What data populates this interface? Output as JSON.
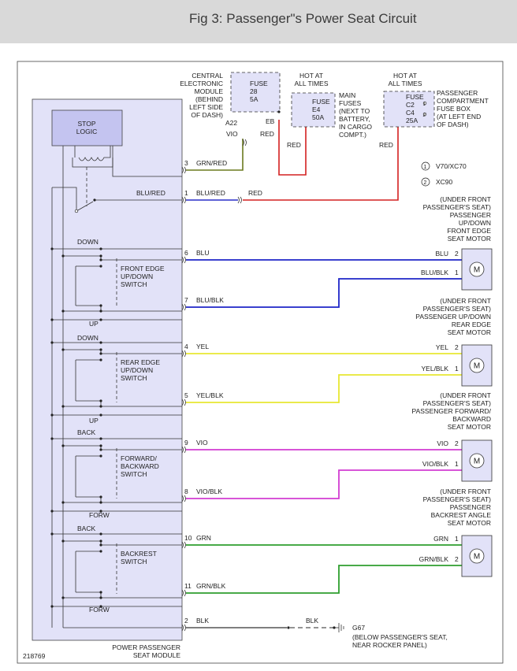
{
  "header": {
    "title": "Fig 3: Passenger\"s Power Seat Circuit"
  },
  "figure_id": "218769",
  "module": {
    "title": [
      "POWER PASSENGER",
      "SEAT MODULE"
    ],
    "stop_logic": [
      "STOP",
      "LOGIC"
    ]
  },
  "switches": [
    {
      "name": [
        "FRONT EDGE",
        "UP/DOWN",
        "SWITCH"
      ],
      "top": "DOWN",
      "bottom": "UP"
    },
    {
      "name": [
        "REAR EDGE",
        "UP/DOWN",
        "SWITCH"
      ],
      "top": "DOWN",
      "bottom": "UP"
    },
    {
      "name": [
        "FORWARD/",
        "BACKWARD",
        "SWITCH"
      ],
      "top": "BACK",
      "bottom": "FORW"
    },
    {
      "name": [
        "BACKREST",
        "SWITCH"
      ],
      "top": "BACK",
      "bottom": "FORW"
    }
  ],
  "fuses": {
    "cem": {
      "label": [
        "FUSE",
        "28",
        "5A"
      ],
      "desc": [
        "CENTRAL",
        "ELECTRONIC",
        "MODULE",
        "(BEHIND",
        "LEFT SIDE",
        "OF DASH)"
      ],
      "pin_left": "A22",
      "pin_right": "EB",
      "wire_left": "VIO",
      "wire_right": "RED"
    },
    "main": {
      "label": [
        "FUSE",
        "E4",
        "50A"
      ],
      "hot": [
        "HOT AT",
        "ALL TIMES"
      ],
      "desc": [
        "MAIN",
        "FUSES",
        "(NEXT TO",
        "BATTERY,",
        "IN CARGO",
        "COMPT.)"
      ],
      "wire": "RED"
    },
    "pass": {
      "label": [
        "FUSE",
        "C2",
        "C4",
        "25A"
      ],
      "hot": [
        "HOT AT",
        "ALL TIMES"
      ],
      "desc": [
        "PASSENGER",
        "COMPARTMENT",
        "FUSE BOX",
        "(AT LEFT END",
        "OF DASH)"
      ],
      "wire": "RED"
    }
  },
  "legend": [
    {
      "mark": "1",
      "text": "V70/XC70"
    },
    {
      "mark": "2",
      "text": "XC90"
    }
  ],
  "wires": [
    {
      "pin": "3",
      "label": "GRN/RED",
      "color": "#6b7a1f"
    },
    {
      "pin": "1",
      "label": "BLU/RED",
      "label2": "RED",
      "color": "#2a2fc8"
    },
    {
      "pin": "6",
      "label": "BLU",
      "motor_label": "BLU",
      "motor_pin": "2",
      "color": "#1f26c8"
    },
    {
      "pin": "7",
      "label": "BLU/BLK",
      "motor_label": "BLU/BLK",
      "motor_pin": "1",
      "color": "#1f26c8"
    },
    {
      "pin": "4",
      "label": "YEL",
      "motor_label": "YEL",
      "motor_pin": "2",
      "color": "#e8e832"
    },
    {
      "pin": "5",
      "label": "YEL/BLK",
      "motor_label": "YEL/BLK",
      "motor_pin": "1",
      "color": "#e8e832"
    },
    {
      "pin": "9",
      "label": "VIO",
      "motor_label": "VIO",
      "motor_pin": "2",
      "color": "#d23cd2"
    },
    {
      "pin": "8",
      "label": "VIO/BLK",
      "motor_label": "VIO/BLK",
      "motor_pin": "1",
      "color": "#d23cd2"
    },
    {
      "pin": "10",
      "label": "GRN",
      "motor_label": "GRN",
      "motor_pin": "1",
      "color": "#2e9e2e"
    },
    {
      "pin": "11",
      "label": "GRN/BLK",
      "motor_label": "GRN/BLK",
      "motor_pin": "2",
      "color": "#2e9e2e"
    },
    {
      "pin": "2",
      "label": "BLK",
      "label2": "BLK",
      "color": "#555555"
    }
  ],
  "blu_red_label": "BLU/RED",
  "motors": [
    {
      "desc": [
        "(UNDER FRONT",
        "PASSENGER'S SEAT)",
        "PASSENGER",
        "UP/DOWN",
        "FRONT EDGE",
        "SEAT MOTOR"
      ]
    },
    {
      "desc": [
        "(UNDER FRONT",
        "PASSENGER'S SEAT)",
        "PASSENGER UP/DOWN",
        "REAR EDGE",
        "SEAT MOTOR"
      ]
    },
    {
      "desc": [
        "(UNDER FRONT",
        "PASSENGER'S SEAT)",
        "PASSENGER FORWARD/",
        "BACKWARD",
        "SEAT MOTOR"
      ]
    },
    {
      "desc": [
        "(UNDER FRONT",
        "PASSENGER'S SEAT)",
        "PASSENGER",
        "BACKREST ANGLE",
        "SEAT MOTOR"
      ]
    }
  ],
  "motor_symbol": "M",
  "ground": {
    "name": "G67",
    "desc": [
      "(BELOW PASSENGER'S SEAT,",
      "NEAR ROCKER PANEL)"
    ]
  }
}
